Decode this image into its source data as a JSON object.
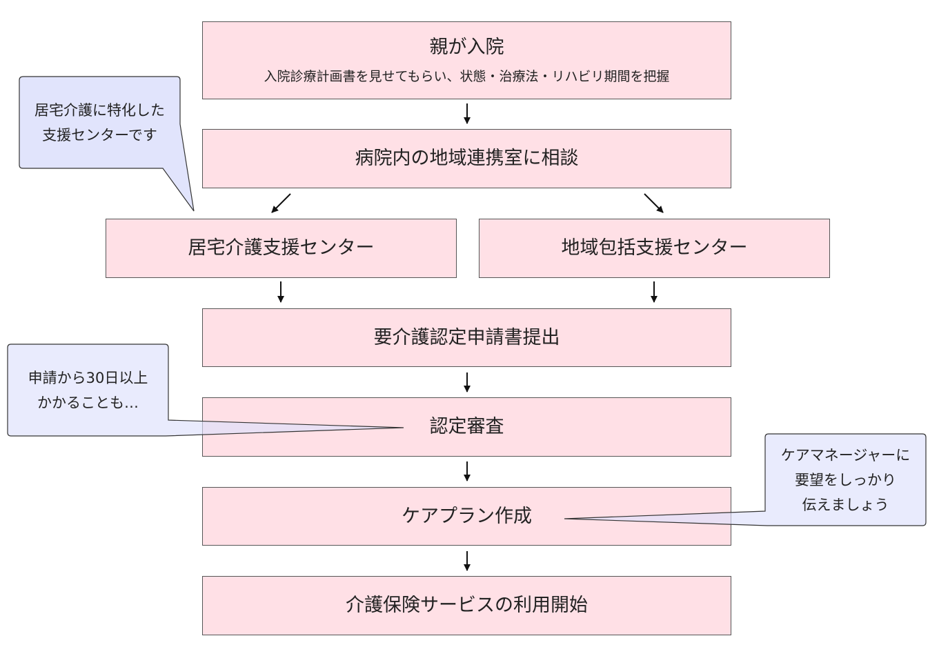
{
  "steps": {
    "admission": {
      "title": "親が入院",
      "subtitle": "入院診療計画書を見せてもらい、状態・治療法・リハビリ期間を把握"
    },
    "consult": {
      "title": "病院内の地域連携室に相談"
    },
    "home_care_center": {
      "title": "居宅介護支援センター"
    },
    "regional_center": {
      "title": "地域包括支援センター"
    },
    "application": {
      "title": "要介護認定申請書提出"
    },
    "review": {
      "title": "認定審査"
    },
    "care_plan": {
      "title": "ケアプラン作成"
    },
    "service_start": {
      "title": "介護保険サービスの利用開始"
    }
  },
  "callouts": {
    "home_care_note": [
      "居宅介護に特化した",
      "支援センターです"
    ],
    "review_note": [
      "申請から30日以上",
      "かかることも…"
    ],
    "care_plan_note": [
      "ケアマネージャーに",
      "要望をしっかり",
      "伝えましょう"
    ]
  },
  "colors": {
    "box_fill": "#ffe0e6",
    "box_border": "#555555",
    "callout_fill": "#dde0fc",
    "callout_border": "#333333",
    "arrow": "#111111"
  }
}
